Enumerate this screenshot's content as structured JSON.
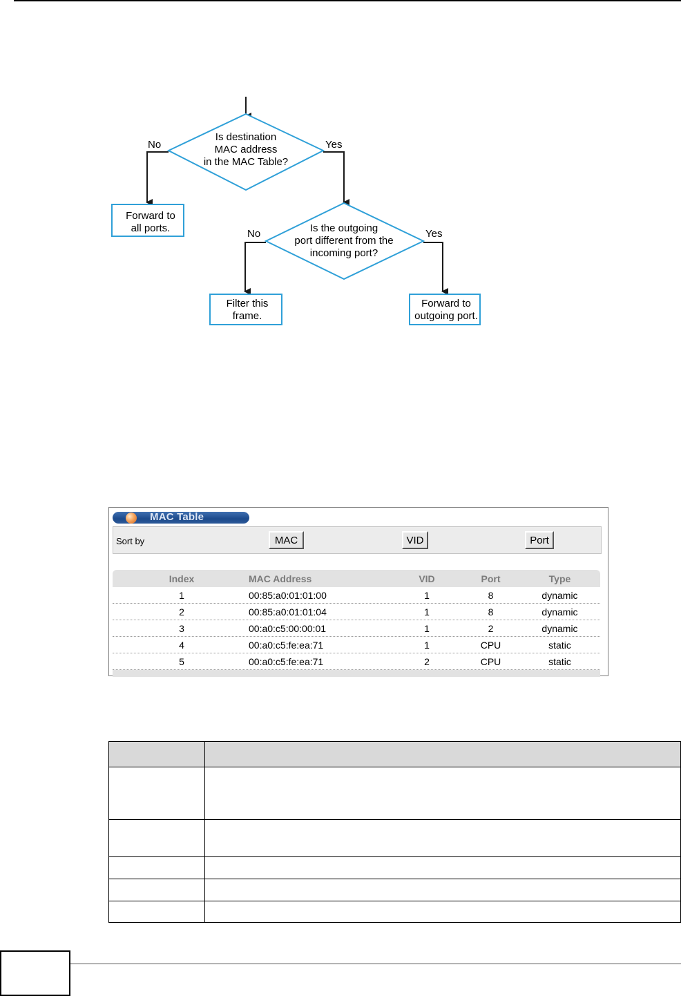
{
  "flowchart": {
    "decision1": [
      "Is destination",
      "MAC address",
      "in the MAC Table?"
    ],
    "decision2": [
      "Is the outgoing",
      "port different from the",
      "incoming port?"
    ],
    "no_label": "No",
    "yes_label": "Yes",
    "box_forward_all": [
      "Forward to",
      "all ports."
    ],
    "box_filter": [
      "Filter this",
      "frame."
    ],
    "box_forward_out": [
      "Forward to",
      "outgoing port."
    ],
    "stroke_color": "#2fa0d8"
  },
  "mac_table_screen": {
    "title": "MAC Table",
    "sort_by_label": "Sort by",
    "buttons": {
      "mac": "MAC",
      "vid": "VID",
      "port": "Port"
    },
    "columns": [
      "Index",
      "MAC Address",
      "VID",
      "Port",
      "Type"
    ],
    "rows": [
      [
        "1",
        "00:85:a0:01:01:00",
        "1",
        "8",
        "dynamic"
      ],
      [
        "2",
        "00:85:a0:01:01:04",
        "1",
        "8",
        "dynamic"
      ],
      [
        "3",
        "00:a0:c5:00:00:01",
        "1",
        "2",
        "dynamic"
      ],
      [
        "4",
        "00:a0:c5:fe:ea:71",
        "1",
        "CPU",
        "static"
      ],
      [
        "5",
        "00:a0:c5:fe:ea:71",
        "2",
        "CPU",
        "static"
      ]
    ]
  }
}
